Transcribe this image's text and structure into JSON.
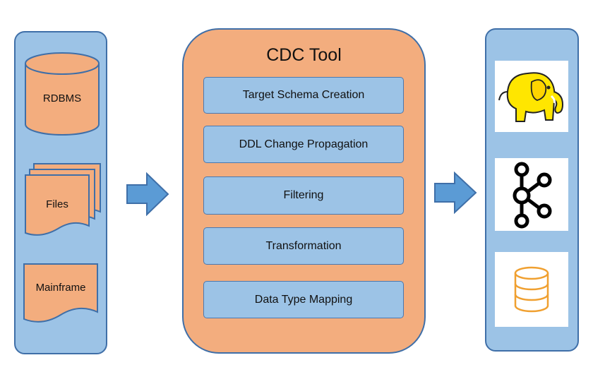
{
  "sources": {
    "rdbms_label": "RDBMS",
    "files_label": "Files",
    "mainframe_label": "Mainframe"
  },
  "tool": {
    "title": "CDC Tool",
    "steps": [
      {
        "label": "Target Schema Creation"
      },
      {
        "label": "DDL Change Propagation"
      },
      {
        "label": "Filtering"
      },
      {
        "label": "Transformation"
      },
      {
        "label": "Data Type Mapping"
      }
    ]
  },
  "targets": {
    "icons": [
      "hadoop-elephant-icon",
      "kafka-icon",
      "database-icon"
    ]
  },
  "colors": {
    "panel_blue": "#9cc3e6",
    "panel_border": "#3f6fa8",
    "orange": "#f3ad7e",
    "arrow_blue": "#5b9bd5",
    "elephant_yellow": "#ffe600",
    "db_orange": "#f0a030"
  }
}
